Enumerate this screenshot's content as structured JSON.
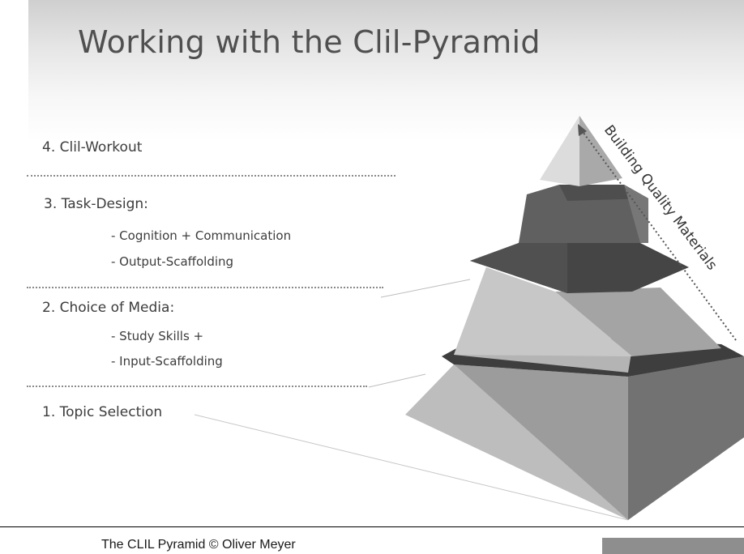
{
  "slide": {
    "title": "Working with the Clil-Pyramid",
    "levels": [
      {
        "label": "4. Clil-Workout",
        "items": []
      },
      {
        "label": "3. Task-Design:",
        "items": [
          "- Cognition + Communication",
          "- Output-Scaffolding"
        ]
      },
      {
        "label": "2. Choice of Media:",
        "items": [
          "- Study Skills +",
          "- Input-Scaffolding"
        ]
      },
      {
        "label": "1. Topic Selection",
        "items": []
      }
    ],
    "arrow_label": "Building Quality Materials"
  },
  "footer": {
    "caption": "The CLIL Pyramid © Oliver Meyer"
  },
  "colors": {
    "face_light": "#b8b8b8",
    "face_dark": "#8a8a8a",
    "band_dark": "#3c3c3c",
    "top_light": "#dcdcdc"
  }
}
